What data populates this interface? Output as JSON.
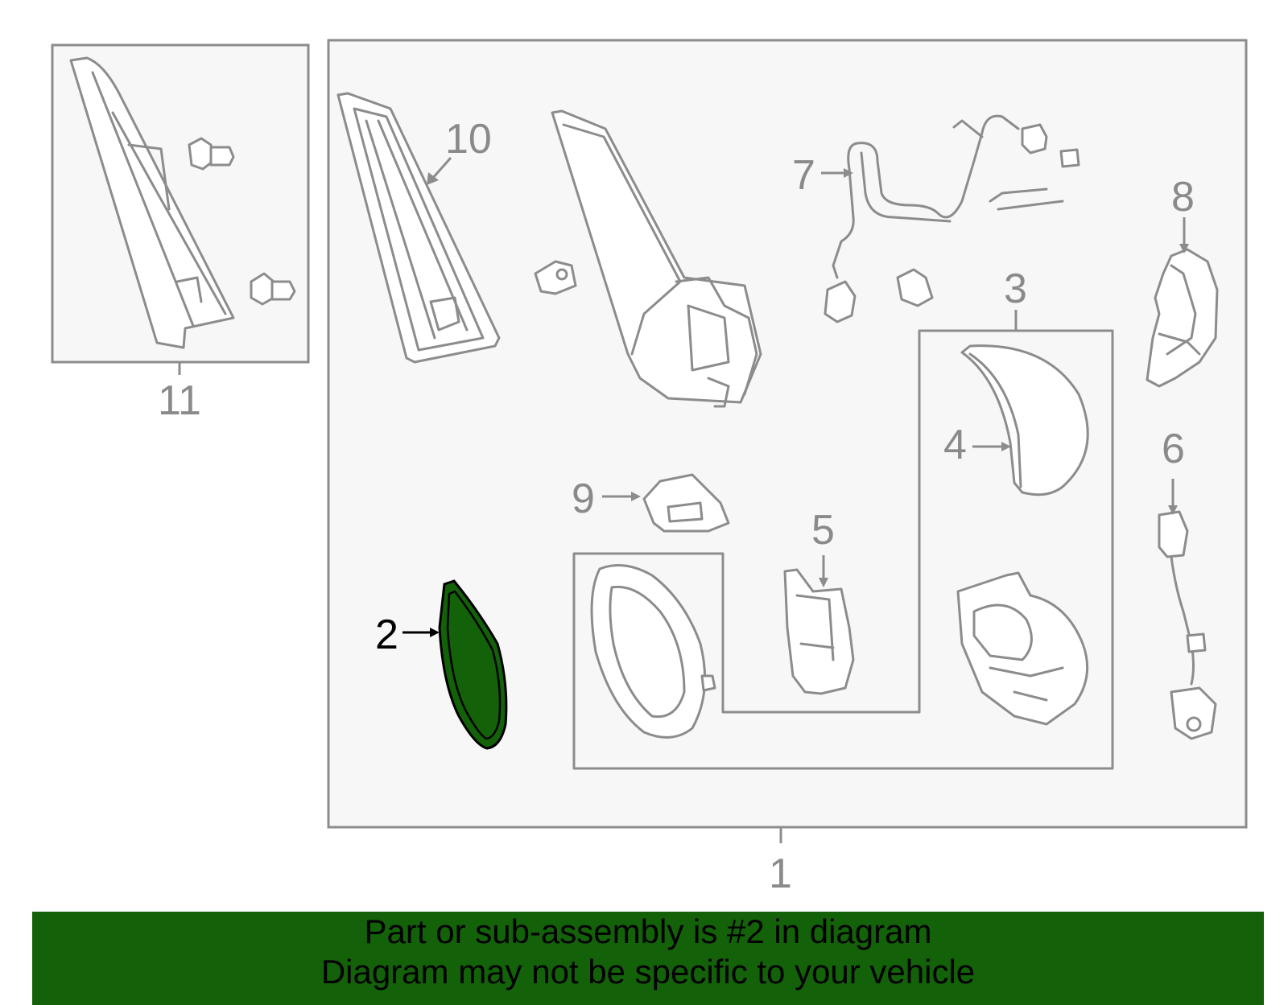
{
  "diagram": {
    "callouts": [
      "1",
      "2",
      "3",
      "4",
      "5",
      "6",
      "7",
      "8",
      "9",
      "10",
      "11"
    ],
    "highlighted_part": "2",
    "highlight_color": "#136108",
    "line_color": "#8c8c8c",
    "box_fill": "#f7f7f7"
  },
  "banner": {
    "line1": "Part or sub-assembly is #2 in diagram",
    "line2": "Diagram may not be specific to your vehicle",
    "background": "#136108"
  }
}
